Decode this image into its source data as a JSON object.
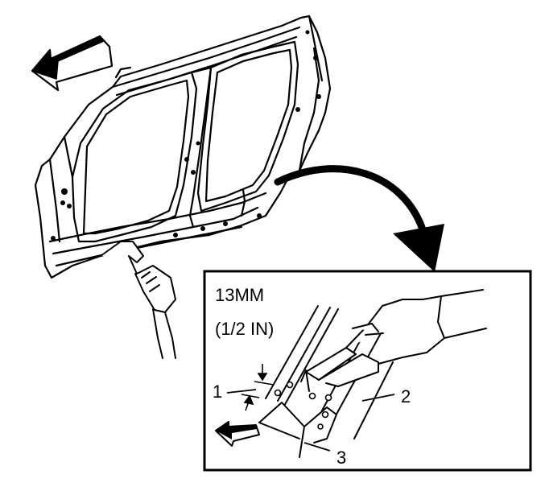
{
  "detail": {
    "measurement": "13MM",
    "measurement_imperial": "(1/2 IN)"
  },
  "callouts": {
    "c1": "1",
    "c2": "2",
    "c3": "3"
  },
  "colors": {
    "ink": "#000000",
    "paper": "#ffffff"
  }
}
